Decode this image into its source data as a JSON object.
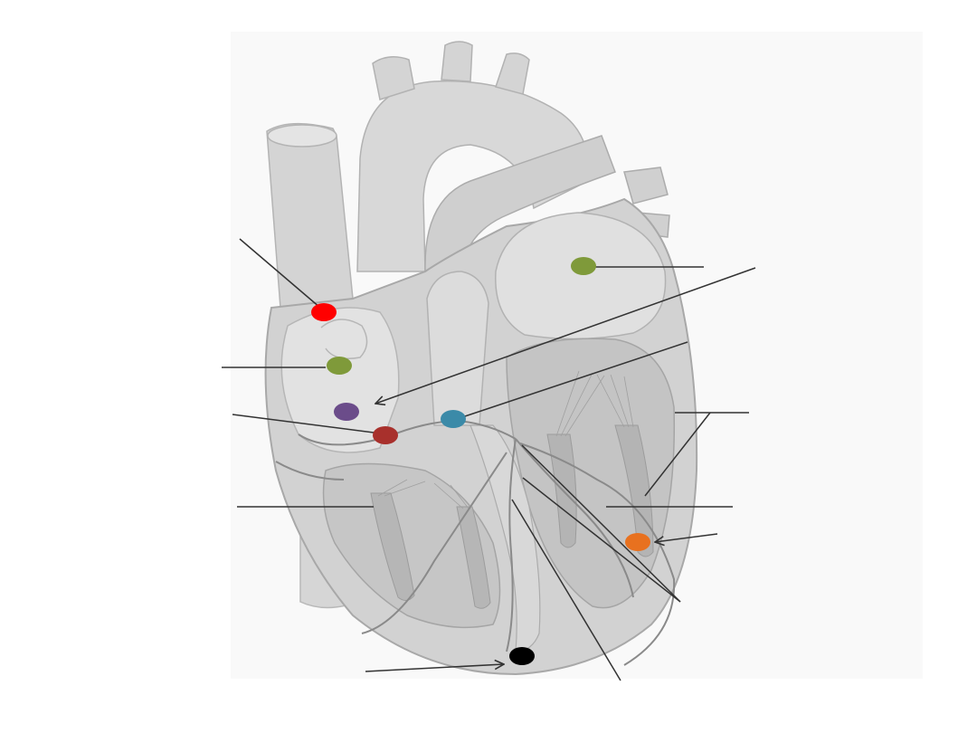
{
  "diagram": {
    "subject": "heart-conduction-system",
    "colors": {
      "background": "#ffffff",
      "heart_fill": "#d2d2d2",
      "heart_light": "#e6e6e6",
      "heart_dark": "#bdbdbd",
      "outline": "#a8a8a8",
      "leader_line": "#333333"
    },
    "markers": [
      {
        "id": "red",
        "color": "#ff0000"
      },
      {
        "id": "green-atrium",
        "color": "#7f9a3a"
      },
      {
        "id": "green-ventricle",
        "color": "#7f9a3a"
      },
      {
        "id": "purple",
        "color": "#6b4c8a"
      },
      {
        "id": "dark-red",
        "color": "#a8302c"
      },
      {
        "id": "teal",
        "color": "#3b8aa8"
      },
      {
        "id": "orange",
        "color": "#e8711f"
      },
      {
        "id": "black",
        "color": "#000000"
      }
    ]
  }
}
